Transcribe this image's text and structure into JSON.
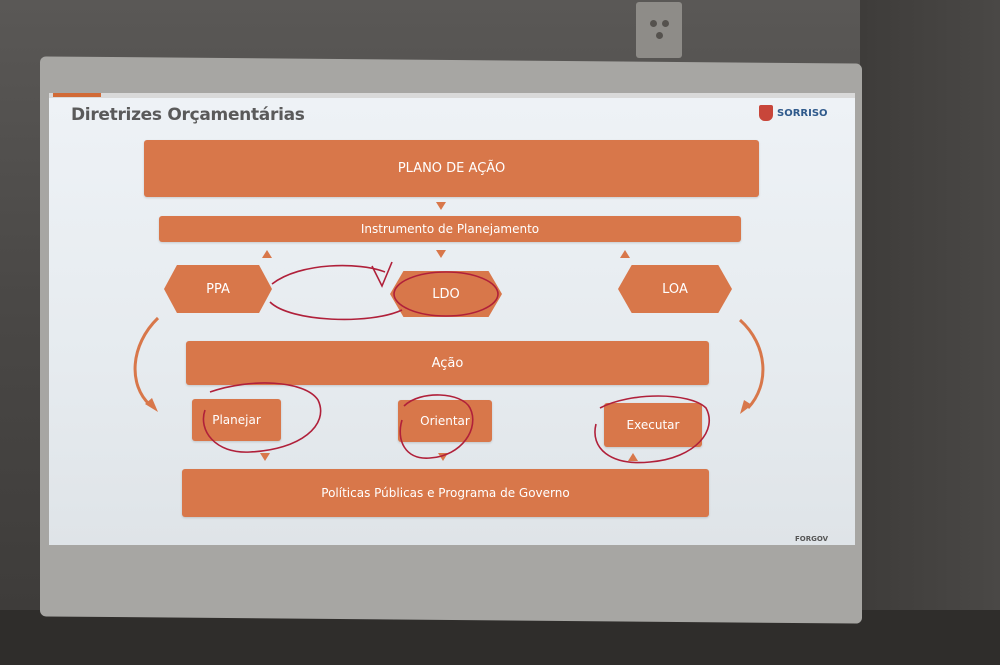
{
  "slide": {
    "title": "Diretrizes Orçamentárias",
    "logo_text": "SORRISO",
    "footer_brand": "FORGOV"
  },
  "diagram": {
    "plano": "PLANO DE AÇÃO",
    "instrumento": "Instrumento de Planejamento",
    "ppa": "PPA",
    "ldo": "LDO",
    "loa": "LOA",
    "acao": "Ação",
    "planejar": "Planejar",
    "orientar": "Orientar",
    "executar": "Executar",
    "politicas": "Políticas Públicas e Programa de Governo"
  },
  "colors": {
    "accent": "#d8774a",
    "annotation": "#b0203a"
  }
}
